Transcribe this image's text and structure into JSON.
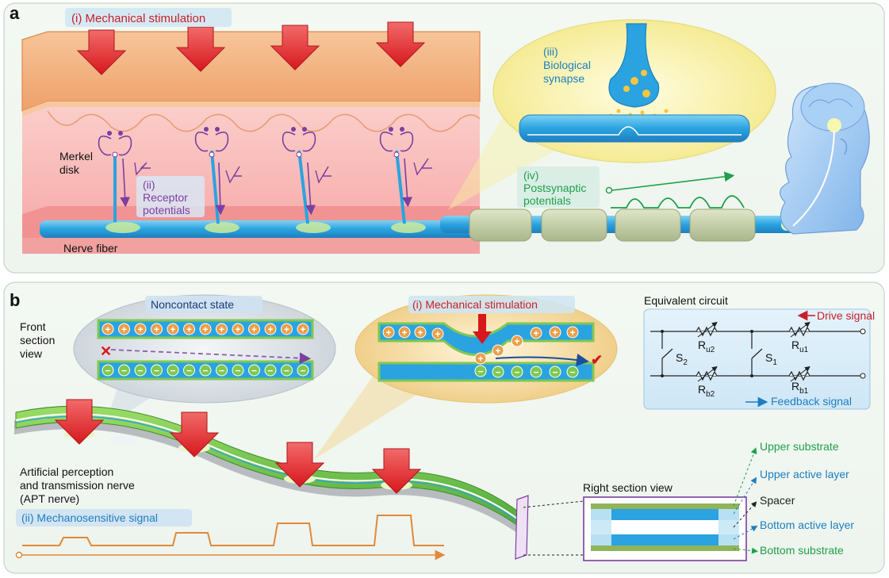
{
  "panel_a": {
    "letter": "a",
    "mechanical_stimulation": "(i) Mechanical stimulation",
    "merkel_disk_line1": "Merkel",
    "merkel_disk_line2": "disk",
    "receptor_line1": "(ii)",
    "receptor_line2": "Receptor",
    "receptor_line3": "potentials",
    "nerve_fiber": "Nerve fiber",
    "synapse_line1": "(iii)",
    "synapse_line2": "Biological",
    "synapse_line3": "synapse",
    "postsynaptic_line1": "(iv)",
    "postsynaptic_line2": "Postsynaptic",
    "postsynaptic_line3": "potentials"
  },
  "panel_b": {
    "letter": "b",
    "front_line1": "Front",
    "front_line2": "section",
    "front_line3": "view",
    "noncontact_state": "Noncontact state",
    "mechanical_stimulation": "(i) Mechanical stimulation",
    "equivalent_circuit": "Equivalent circuit",
    "drive_signal": "Drive signal",
    "feedback_signal": "Feedback signal",
    "r_u2": "R",
    "r_u2_sub": "u2",
    "r_u1": "R",
    "r_u1_sub": "u1",
    "r_b2": "R",
    "r_b2_sub": "b2",
    "r_b1": "R",
    "r_b1_sub": "b1",
    "s2": "S",
    "s2_sub": "2",
    "s1": "S",
    "s1_sub": "1",
    "apt_line1": "Artificial perception",
    "apt_line2": "and transmission nerve",
    "apt_line3": "(APT nerve)",
    "mechanosensitive_signal": "(ii) Mechanosensitive signal",
    "right_section_view": "Right section view",
    "upper_substrate": "Upper substrate",
    "upper_active_layer": "Upper active layer",
    "spacer": "Spacer",
    "bottom_active_layer": "Bottom active layer",
    "bottom_substrate": "Bottom substrate",
    "plus_sign": "+",
    "minus_sign": "−"
  },
  "colors": {
    "red_text": "#c8202a",
    "purple_text": "#7a3fa0",
    "blue_text": "#1c7fc0",
    "green_text": "#1fa04a",
    "fiber_blue": "#2aa3e0",
    "skin_orange": "#f2a878",
    "green_sheath": "#7fc850"
  }
}
